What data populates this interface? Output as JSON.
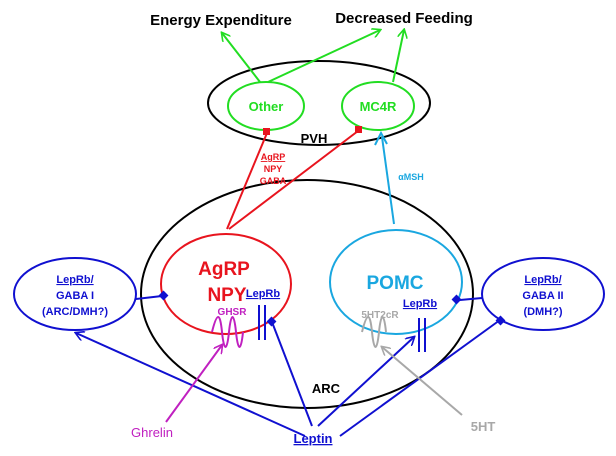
{
  "outputs": {
    "energy": "Energy Expenditure",
    "feeding": "Decreased Feeding"
  },
  "pvh": {
    "label": "PVH",
    "other": "Other",
    "mc4r": "MC4R"
  },
  "arc": {
    "label": "ARC"
  },
  "agrp_neuron": {
    "line1": "AgRP",
    "line2": "NPY",
    "receptor_lepr": "LepRb",
    "receptor_ghsr": "GHSR"
  },
  "pomc_neuron": {
    "label": "POMC",
    "receptor_5ht": "5HT2cR",
    "receptor_lepr": "LepRb"
  },
  "signals": {
    "agrp_line1": "AgRP",
    "agrp_line2": "NPY",
    "agrp_line3": "GABA",
    "amsh": "αMSH"
  },
  "gaba1": {
    "line1": "LepRb/",
    "line2": "GABA I",
    "line3": "(ARC/DMH?)"
  },
  "gaba2": {
    "line1": "LepRb/",
    "line2": "GABA II",
    "line3": "(DMH?)"
  },
  "inputs": {
    "ghrelin": "Ghrelin",
    "leptin": "Leptin",
    "serotonin": "5HT"
  },
  "colors": {
    "green": "#22dd22",
    "red": "#e8141e",
    "cyan": "#1aa7e0",
    "blue": "#1010d0",
    "magenta": "#c020c0",
    "gray": "#a8a8a8"
  }
}
